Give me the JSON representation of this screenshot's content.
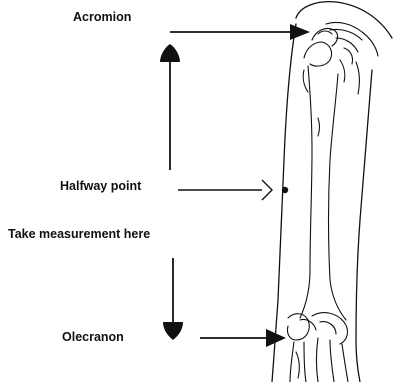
{
  "labels": {
    "acromion": "Acromion",
    "halfway": "Halfway point",
    "measurement": "Take measurement here",
    "olecranon": "Olecranon"
  },
  "colors": {
    "ink": "#111111",
    "background": "#ffffff"
  }
}
